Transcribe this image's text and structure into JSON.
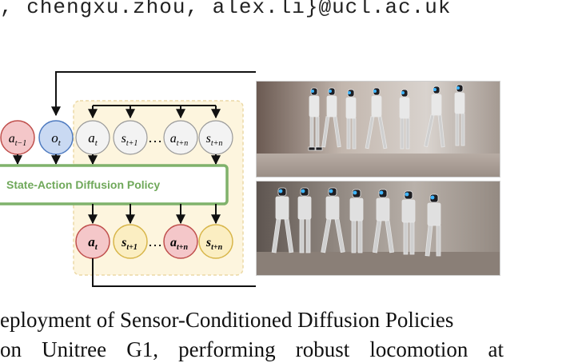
{
  "header": {
    "email_line": ", chengxu.zhou, alex.li}@ucl.ac.uk"
  },
  "diagram": {
    "policy_label": "State-Action Diffusion Policy",
    "inputs": [
      "a_{t-1}",
      "o_t"
    ],
    "cond_row": [
      "a_t",
      "s_{t+1}",
      "…",
      "a_{t+n}",
      "s_{t+n}"
    ],
    "out_row": [
      "a_t",
      "s_{t+1}",
      "…",
      "a_{t+n}",
      "s_{t+n}"
    ],
    "colors": {
      "action_red": "#f4c7c9",
      "action_red_stroke": "#c0504d",
      "obs_blue": "#c9d9f2",
      "obs_blue_stroke": "#4f7bc0",
      "state_yellow": "#fbeec2",
      "state_yellow_stroke": "#d8b64a",
      "policy_green": "#7fb26b",
      "panel_bg": "#fdf5de"
    }
  },
  "photos": {
    "top_alt": "Unitree G1 humanoid robot walking sequence",
    "bottom_alt": "Unitree G1 humanoid robot walking sequence"
  },
  "caption": {
    "line1": "eployment of Sensor-Conditioned Diffusion Policies",
    "line2": "on Unitree G1, performing robust locomotion at"
  }
}
